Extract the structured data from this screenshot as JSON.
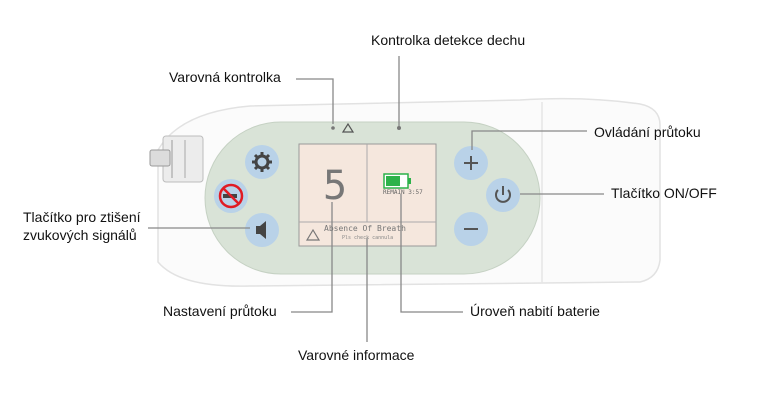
{
  "labels": {
    "breath_indicator": "Kontrolka detekce dechu",
    "warning_light": "Varovná kontrolka",
    "flow_control": "Ovládání průtoku",
    "on_off_button": "Tlačítko ON/OFF",
    "mute_button": "Tlačítko pro ztišení zvukových signálů",
    "flow_setting": "Nastavení průtoku",
    "battery_level": "Úroveň nabití baterie",
    "warning_info": "Varovné informace"
  },
  "screen": {
    "flow_value": "5",
    "battery_text": "REMAIN 3:57",
    "alert_title": "Absence Of Breath",
    "alert_subtitle": "Pls check cannula"
  },
  "colors": {
    "panel": "#d9e3d7",
    "button": "#b9d2e8",
    "screen": "#f5e7dd",
    "battery": "#2db24a",
    "no_smoking": "#e01b24"
  }
}
